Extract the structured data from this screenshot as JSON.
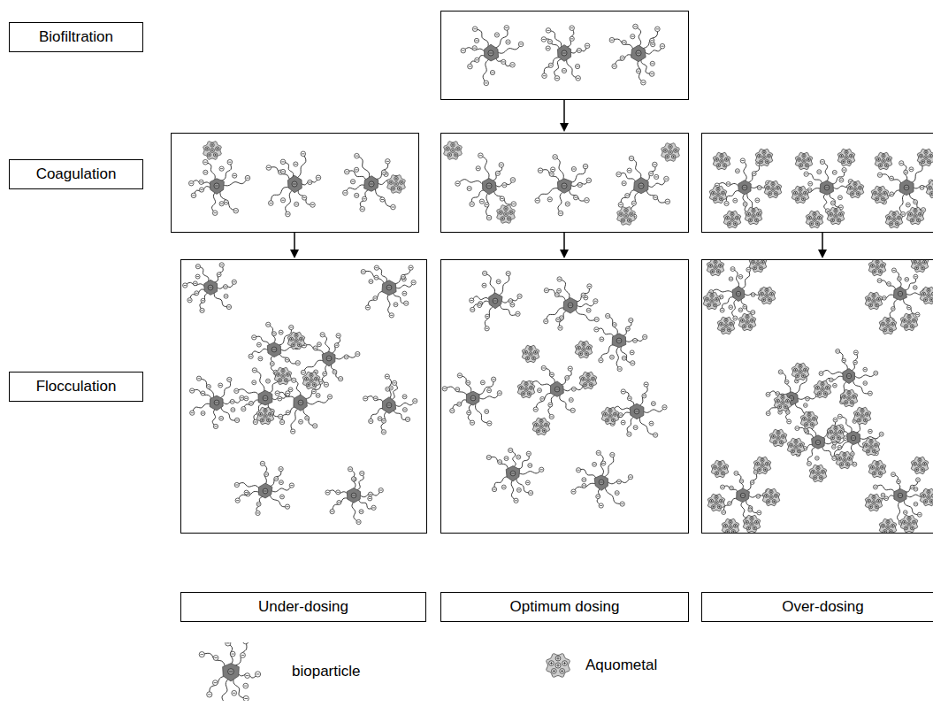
{
  "diagram": {
    "nodes": [
      {
        "text": [
          "Biofiltration"
        ]
      },
      {
        "text": [
          "Coagulation"
        ]
      },
      {
        "text": [
          "Flocculation"
        ]
      },
      {
        "text": [
          "Under-dosing"
        ]
      },
      {
        "text": [
          "Optimum dosing"
        ]
      },
      {
        "text": [
          "Over-dosing"
        ]
      }
    ],
    "legend": [
      {
        "text": "bioparticle"
      },
      {
        "text": "Aquometal"
      }
    ]
  }
}
